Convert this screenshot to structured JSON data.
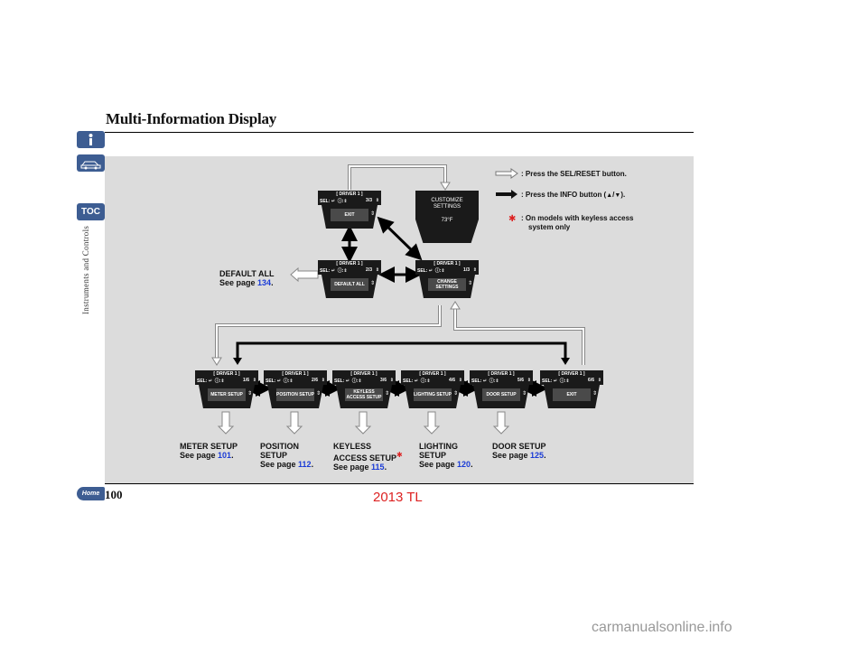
{
  "header": {
    "title": "Multi-Information Display"
  },
  "sidebar": {
    "toc_label": "TOC",
    "section_label": "Instruments and Controls"
  },
  "footer": {
    "home_label": "Home",
    "page_number": "100",
    "model": "2013 TL"
  },
  "watermark": "carmanualsonline.info",
  "legend": {
    "sel_reset": ": Press the SEL/RESET button.",
    "info": ": Press the INFO button (",
    "info_end": ").",
    "up": "▲",
    "slash": "/",
    "down": "▼",
    "star": "✱",
    "keyless": ": On models with keyless access",
    "keyless_2": "system only"
  },
  "screens": {
    "header_text": "[ DRIVER 1 ]",
    "sel_text": "SEL:",
    "exit_top": {
      "page": "3/3",
      "label": "EXIT"
    },
    "default_all": {
      "page": "2/3",
      "label": "DEFAULT ALL"
    },
    "change_settings": {
      "page": "1/3",
      "label": "CHANGE SETTINGS"
    },
    "customize": {
      "label_1": "CUSTOMIZE",
      "label_2": "SETTINGS",
      "temp": "73°F"
    },
    "row": [
      {
        "page": "1/6",
        "label": "METER SETUP"
      },
      {
        "page": "2/6",
        "label": "POSITION SETUP"
      },
      {
        "page": "3/6",
        "label": "KEYLESS ACCESS SETUP"
      },
      {
        "page": "4/6",
        "label": "LIGHTING SETUP"
      },
      {
        "page": "5/6",
        "label": "DOOR SETUP"
      },
      {
        "page": "6/6",
        "label": "EXIT"
      }
    ]
  },
  "sections": {
    "default_all": {
      "title": "DEFAULT ALL",
      "see": "See page",
      "page": "134"
    },
    "meter": {
      "title": "METER SETUP",
      "see": "See page",
      "page": "101"
    },
    "position": {
      "title_1": "POSITION",
      "title_2": "SETUP",
      "see": "See page",
      "page": "112"
    },
    "keyless": {
      "title_1": "KEYLESS",
      "title_2": "ACCESS SETUP",
      "star": "✱",
      "see": "See page",
      "page": "115"
    },
    "lighting": {
      "title_1": "LIGHTING",
      "title_2": "SETUP",
      "see": "See page",
      "page": "120"
    },
    "door": {
      "title": "DOOR SETUP",
      "see": "See page",
      "page": "125"
    }
  },
  "colors": {
    "tab_blue": "#3d5d92",
    "link_blue": "#1a3bd6",
    "accent_red": "#d22222"
  }
}
